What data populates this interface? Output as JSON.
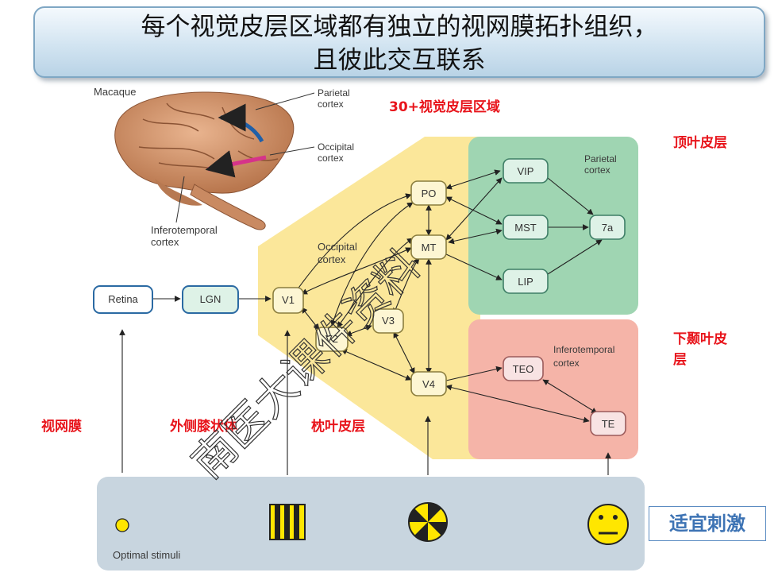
{
  "title": {
    "line1": "每个视觉皮层区域都有独立的视网膜拓扑组织，",
    "line2": "且彼此交互联系"
  },
  "brain": {
    "species": "Macaque",
    "parietal": [
      "Parietal",
      "cortex"
    ],
    "occipital": [
      "Occipital",
      "cortex"
    ],
    "inferotemporal": [
      "Inferotemporal",
      "cortex"
    ]
  },
  "regions": {
    "occipital": [
      "Occipital",
      "cortex"
    ],
    "parietal": [
      "Parietal",
      "cortex"
    ],
    "inferotemporal": [
      "Inferotemporal",
      "cortex"
    ]
  },
  "nodes": {
    "retina": "Retina",
    "lgn": "LGN",
    "v1": "V1",
    "v2": "V2",
    "v3": "V3",
    "v4": "V4",
    "po": "PO",
    "mt": "MT",
    "vip": "VIP",
    "mst": "MST",
    "lip": "LIP",
    "n7a": "7a",
    "teo": "TEO",
    "te": "TE"
  },
  "annotations": {
    "areas_count": "30+视觉皮层区域",
    "parietal_cn": "顶叶皮层",
    "temporal_cn": [
      "下颞叶皮",
      "层"
    ],
    "retina_cn": "视网膜",
    "lgn_cn": "外侧膝状体",
    "occipital_cn": "枕叶皮层"
  },
  "stimuli": {
    "label": "Optimal stimuli",
    "button": "适宜刺激"
  },
  "watermark": "南医大课件资料",
  "colors": {
    "occipital_zone": "#fbe79a",
    "parietal_zone": "#9fd5b2",
    "temporal_zone": "#f5b4a8",
    "stimuli_bar": "#c8d5df",
    "node_yellow": "#fdf6d3",
    "node_green": "#def2e7",
    "node_pink": "#f8e3e3",
    "node_blue": "#ffffff",
    "red_label": "#e8141b"
  }
}
